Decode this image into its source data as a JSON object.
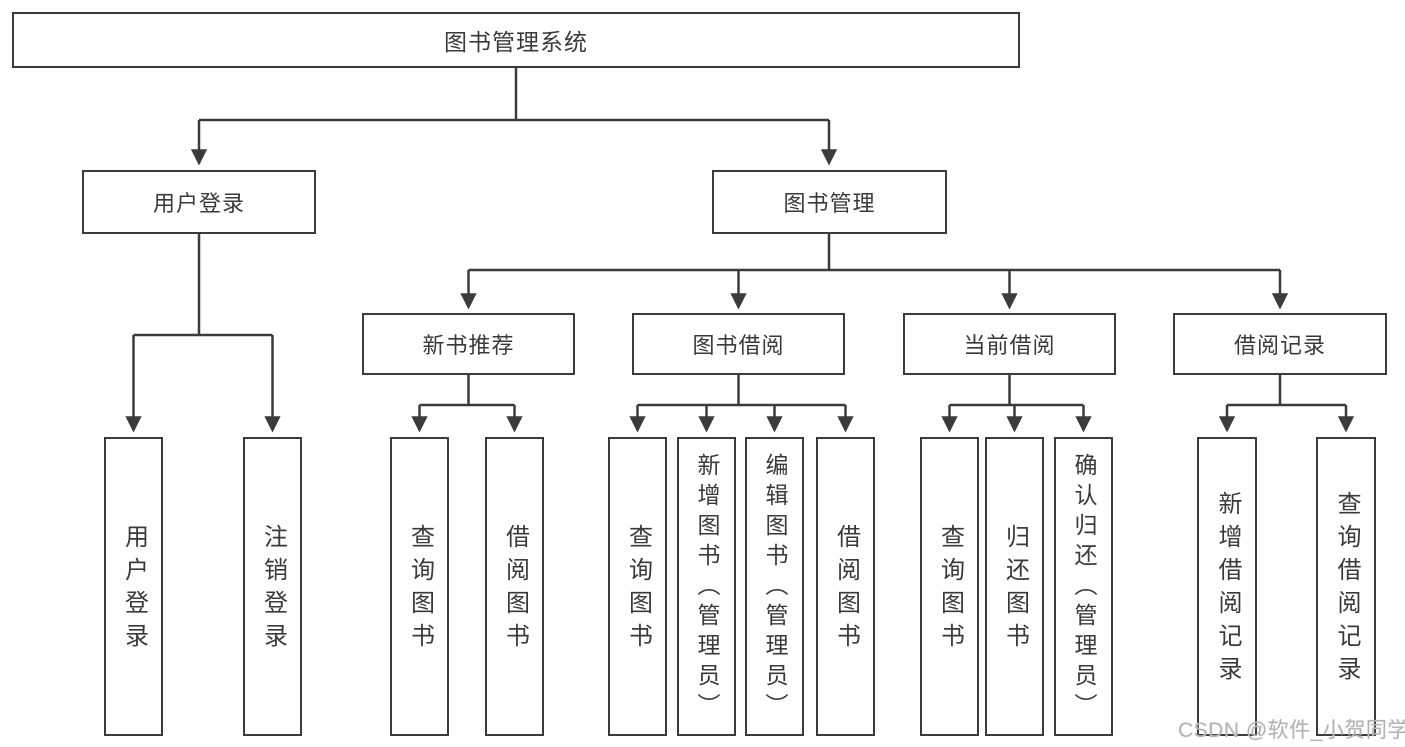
{
  "diagram": {
    "title": "图书管理系统",
    "level2": [
      {
        "label": "用户登录"
      },
      {
        "label": "图书管理"
      }
    ],
    "level3": [
      {
        "label": "新书推荐"
      },
      {
        "label": "图书借阅"
      },
      {
        "label": "当前借阅"
      },
      {
        "label": "借阅记录"
      }
    ],
    "leaves": {
      "user_login": [
        {
          "label": "用户登录"
        },
        {
          "label": "注销登录"
        }
      ],
      "new_book": [
        {
          "label": "查询图书"
        },
        {
          "label": "借阅图书"
        }
      ],
      "book_borrow": [
        {
          "label": "查询图书"
        },
        {
          "label": "新增图书（管理员）"
        },
        {
          "label": "编辑图书（管理员）"
        },
        {
          "label": "借阅图书"
        }
      ],
      "current_borrow": [
        {
          "label": "查询图书"
        },
        {
          "label": "归还图书"
        },
        {
          "label": "确认归还（管理员）"
        }
      ],
      "borrow_record": [
        {
          "label": "新增借阅记录"
        },
        {
          "label": "查询借阅记录"
        }
      ]
    }
  },
  "watermark": "CSDN @软件_小贺同学",
  "colors": {
    "line": "#3b3b3b",
    "text": "#3a3a3a",
    "background": "#ffffff",
    "watermark": "#b3b3b3"
  }
}
